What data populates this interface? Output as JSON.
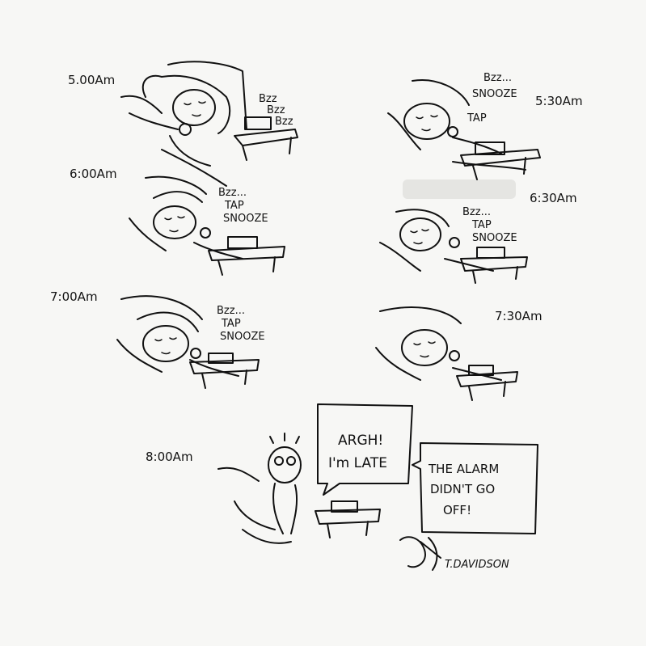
{
  "panels": [
    {
      "time": "5.00Am",
      "sounds": [
        "Bzz",
        "Bzz",
        "Bzz"
      ]
    },
    {
      "time": "5:30Am",
      "sounds": [
        "Bzz...",
        "SNOOZE",
        "TAP"
      ]
    },
    {
      "time": "6:00Am",
      "sounds": [
        "Bzz...",
        "TAP",
        "SNOOZE"
      ]
    },
    {
      "time": "6:30Am",
      "sounds": [
        "Bzz...",
        "TAP",
        "SNOOZE"
      ]
    },
    {
      "time": "7:00Am",
      "sounds": [
        "Bzz...",
        "TAP",
        "SNOOZE"
      ]
    },
    {
      "time": "7:30Am",
      "sounds": []
    }
  ],
  "final": {
    "time": "8:00Am",
    "speech_1": [
      "ARGH!",
      "I'm LATE"
    ],
    "speech_2": [
      "THE ALARM",
      "DIDN'T GO",
      "OFF!"
    ]
  },
  "signature": "T.DAVIDSON"
}
